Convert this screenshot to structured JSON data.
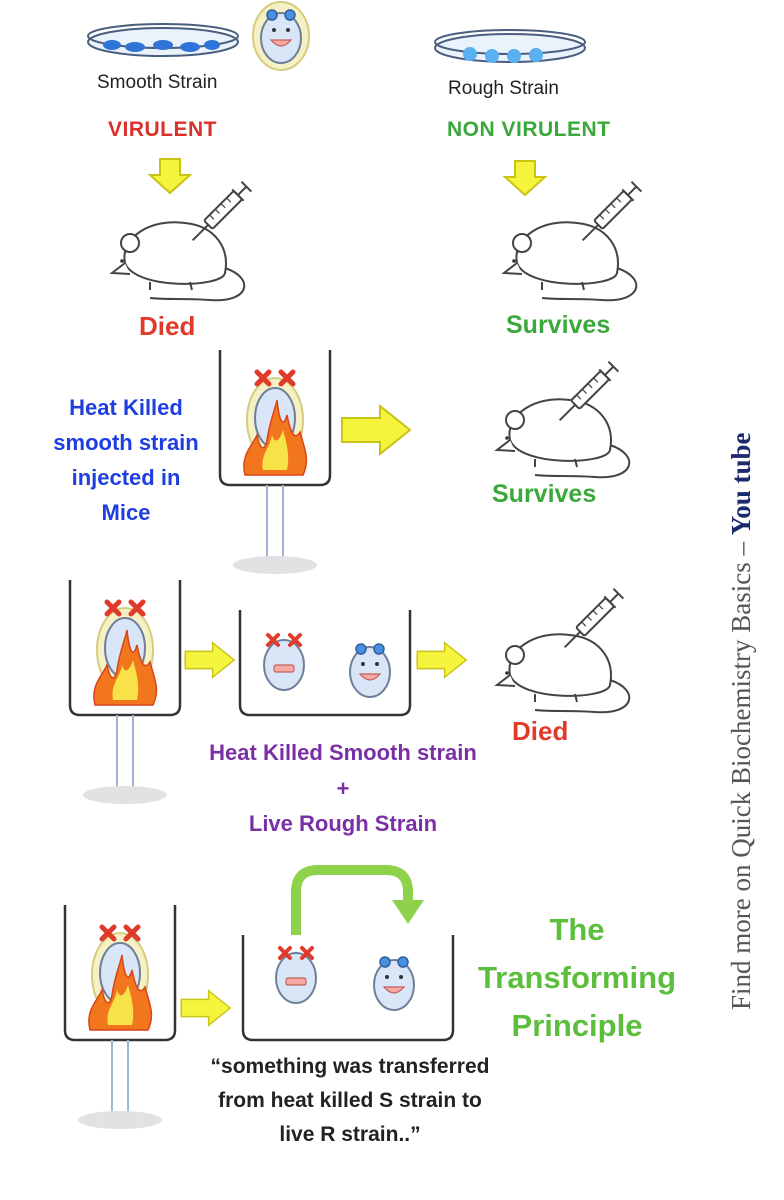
{
  "row1": {
    "smooth_label": "Smooth Strain",
    "rough_label": "Rough Strain",
    "virulent": "VIRULENT",
    "non_virulent": "NON  VIRULENT",
    "died": "Died",
    "survives": "Survives"
  },
  "row2": {
    "description": "Heat Killed smooth strain injected in Mice",
    "survives": "Survives"
  },
  "row3": {
    "died": "Died",
    "label_line1": "Heat Killed Smooth strain",
    "plus": "+",
    "label_line2": "Live Rough Strain"
  },
  "row4": {
    "title": "The Transforming Principle",
    "quote": "“something was transferred from heat killed S strain to live R strain..”"
  },
  "side_text": {
    "prefix": "Find more on Quick Biochemistry Basics – ",
    "bold": "You tube"
  },
  "colors": {
    "red": "#e03a2b",
    "green": "#3aa83a",
    "blue": "#1e3ee0",
    "purple": "#7a2fa5",
    "light_green": "#5cbf3c",
    "arrow_yellow": "#f4f43c"
  },
  "icons": [
    "petri-dish-icon",
    "bacterium-icon",
    "mouse-icon",
    "syringe-icon",
    "beaker-icon",
    "flame-icon",
    "x-mark-icon",
    "arrow-right-icon",
    "arrow-down-icon"
  ]
}
